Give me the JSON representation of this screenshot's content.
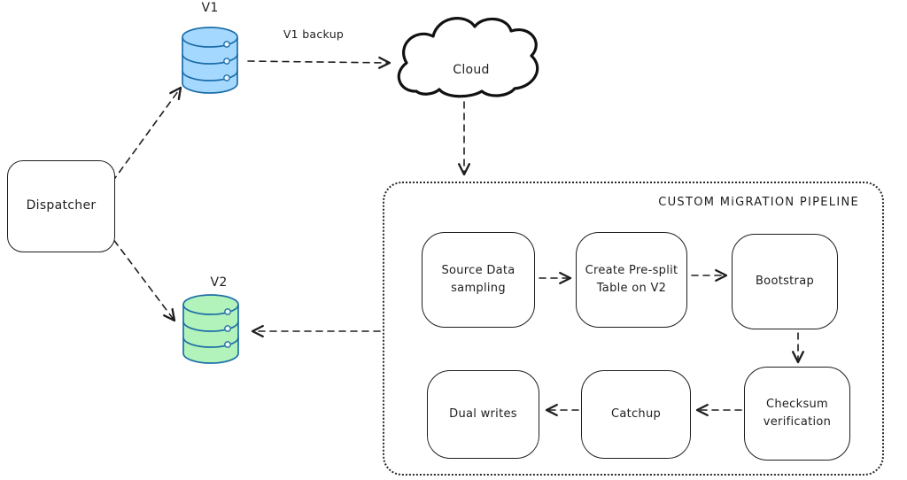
{
  "diagram": {
    "nodes": {
      "dispatcher": {
        "label": "Dispatcher"
      },
      "v1_db": {
        "label": "V1"
      },
      "v2_db": {
        "label": "V2"
      },
      "cloud": {
        "label": "Cloud"
      }
    },
    "edges": {
      "v1_backup": {
        "label": "V1 backup"
      }
    },
    "pipeline": {
      "title": "CUSTOM MiGRATION PIPELINE",
      "steps": [
        {
          "label": "Source Data sampling"
        },
        {
          "label": "Create Pre-split Table on V2"
        },
        {
          "label": "Bootstrap"
        },
        {
          "label": "Checksum verification"
        },
        {
          "label": "Catchup"
        },
        {
          "label": "Dual writes"
        }
      ]
    },
    "colors": {
      "v1_fill": "#a5d8ff",
      "v2_fill": "#b2f2bb",
      "db_stroke": "#1c6ea8",
      "db_hole_fill": "#eaf5ff",
      "line": "#1e1e1e",
      "cloud_stroke": "#111111"
    }
  }
}
